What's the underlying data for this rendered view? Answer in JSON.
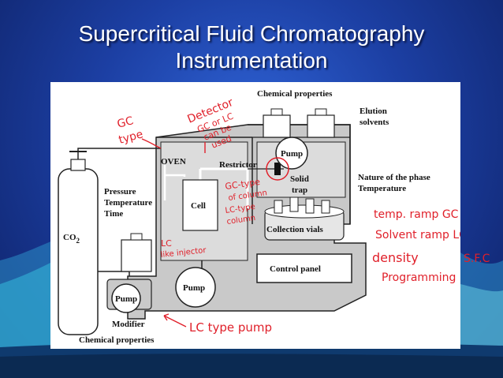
{
  "slide": {
    "title_line1": "Supercritical Fluid Chromatography",
    "title_line2": "Instrumentation"
  },
  "diagram": {
    "chemical_properties_top": "Chemical properties",
    "elution_solvents_line1": "Elution",
    "elution_solvents_line2": "solvents",
    "oven": "OVEN",
    "restrictor": "Restrictor",
    "pump_top": "Pump",
    "solid_trap_line1": "Solid",
    "solid_trap_line2": "trap",
    "nature_phase": "Nature of the phase",
    "temperature": "Temperature",
    "pressure": "Pressure",
    "temperature_left": "Temperature",
    "time": "Time",
    "cell": "Cell",
    "co2_prefix": "CO",
    "co2_sub": "2",
    "collection_vials": "Collection vials",
    "control_panel": "Control panel",
    "pump_middle": "Pump",
    "pump_bottom": "Pump",
    "modifier": "Modifier",
    "chemical_properties_bottom": "Chemical properties"
  },
  "annotations": {
    "detector_1": "Detector",
    "detector_2": "GC or LC",
    "detector_3": "can be",
    "detector_4": "used",
    "gc_type_1": "GC",
    "gc_type_2": "type",
    "gc_col_1": "GC-type",
    "gc_col_2": "of column",
    "lc_col_1": "LC-type",
    "lc_col_2": "column",
    "lc_inj_1": "LC",
    "lc_inj_2": "like injector",
    "lc_pump": "LC type pump",
    "temp_ramp": "temp. ramp GC",
    "solvent_ramp": "Solvent ramp LC",
    "density_1": "density",
    "density_2": "Programming",
    "sfc": "S.F.C"
  },
  "colors": {
    "slide_bg": "#1c3fa3",
    "annotation_red": "#e0202a",
    "box_gray": "#cfcfcf"
  }
}
